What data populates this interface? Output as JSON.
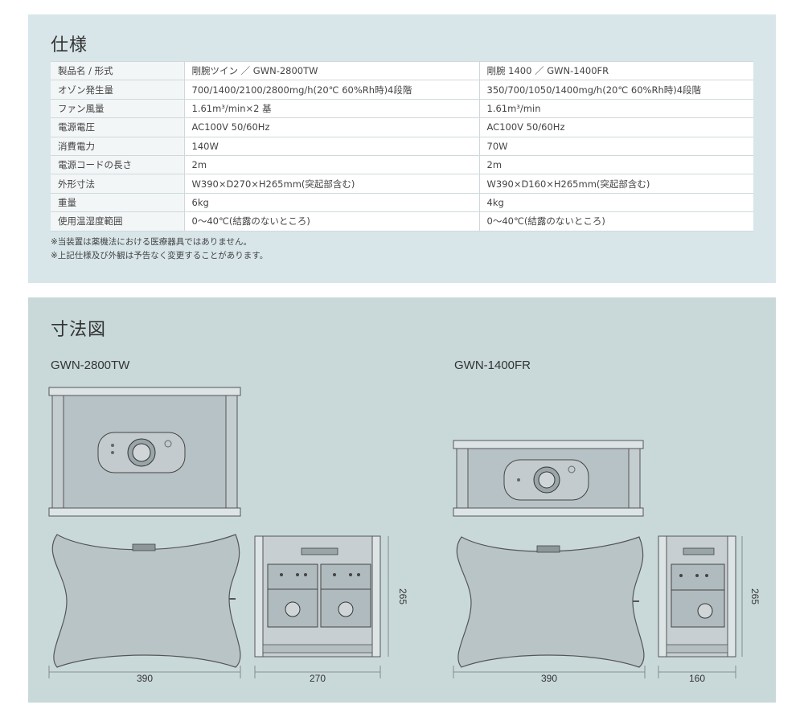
{
  "spec": {
    "title": "仕様",
    "rows": [
      {
        "label": "製品名 / 形式",
        "a": "剛腕ツイン ／ GWN-2800TW",
        "b": "剛腕 1400 ／ GWN-1400FR"
      },
      {
        "label": "オゾン発生量",
        "a": "700/1400/2100/2800mg/h(20℃ 60%Rh時)4段階",
        "b": "350/700/1050/1400mg/h(20℃ 60%Rh時)4段階"
      },
      {
        "label": "ファン風量",
        "a": "1.61m³/min×2 基",
        "b": "1.61m³/min"
      },
      {
        "label": "電源電圧",
        "a": "AC100V 50/60Hz",
        "b": "AC100V 50/60Hz"
      },
      {
        "label": "消費電力",
        "a": "140W",
        "b": "70W"
      },
      {
        "label": "電源コードの長さ",
        "a": "2m",
        "b": "2m"
      },
      {
        "label": "外形寸法",
        "a": "W390×D270×H265mm(突起部含む)",
        "b": "W390×D160×H265mm(突起部含む)"
      },
      {
        "label": "重量",
        "a": "6kg",
        "b": "4kg"
      },
      {
        "label": "使用温湿度範囲",
        "a": "0～40℃(結露のないところ)",
        "b": "0～40℃(結露のないところ)"
      }
    ],
    "notes": [
      "※当装置は薬機法における医療器具ではありません。",
      "※上記仕様及び外観は予告なく変更することがあります。"
    ]
  },
  "dimensions": {
    "title": "寸法図",
    "model_a": {
      "name": "GWN-2800TW",
      "width": "390",
      "depth": "270",
      "height": "265"
    },
    "model_b": {
      "name": "GWN-1400FR",
      "width": "390",
      "depth": "160",
      "height": "265"
    }
  }
}
